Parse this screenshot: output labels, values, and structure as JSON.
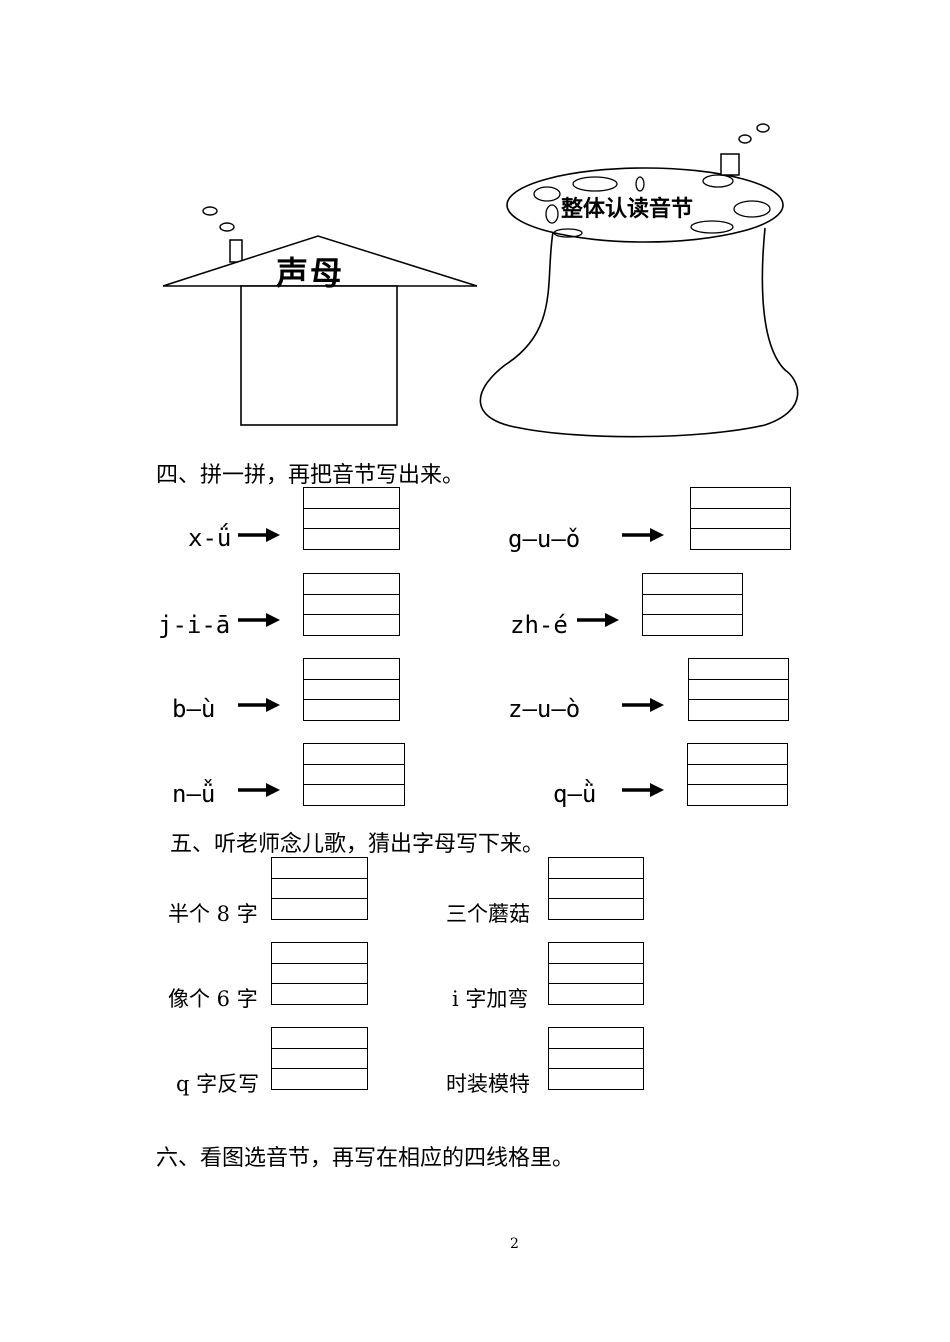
{
  "illustrations": {
    "house_label": "声母",
    "pot_label": "整体认读音节"
  },
  "section4": {
    "title": "四、拼一拼，再把音节写出来。",
    "items": [
      {
        "text": "x-ǘ"
      },
      {
        "text": "g—u—ǒ"
      },
      {
        "text": "j-i-ā"
      },
      {
        "text": "zh-é"
      },
      {
        "text": "b—ù"
      },
      {
        "text": "z—u—ò"
      },
      {
        "text": "n—ǚ"
      },
      {
        "text": "q—ǜ"
      }
    ]
  },
  "section5": {
    "title": "五、听老师念儿歌，猜出字母写下来。",
    "items": [
      {
        "text": "半个 8 字"
      },
      {
        "text": "三个蘑菇"
      },
      {
        "text": "像个 6 字"
      },
      {
        "text": "i 字加弯"
      },
      {
        "text": "q 字反写"
      },
      {
        "text": "时装模特"
      }
    ]
  },
  "section6": {
    "title": "六、看图选音节，再写在相应的四线格里。"
  },
  "page_number": "2"
}
